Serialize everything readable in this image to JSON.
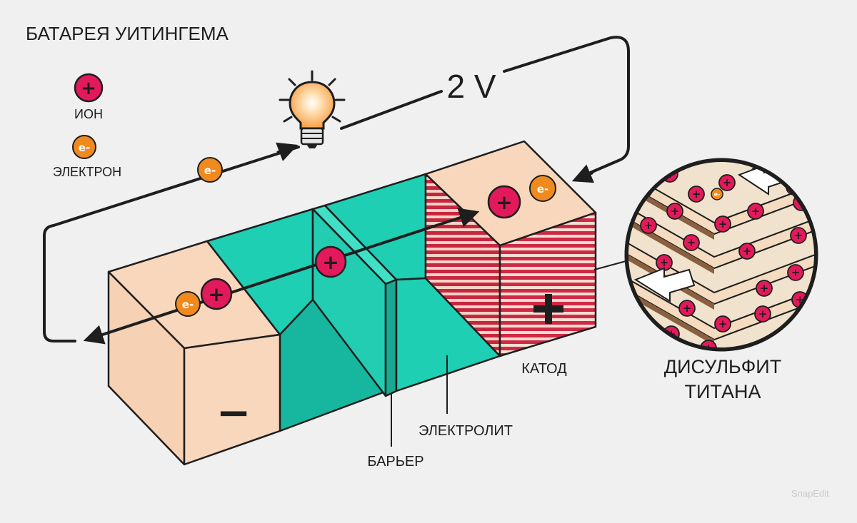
{
  "title": "БАТАРЕЯ УИТИНГЕМА",
  "legend": {
    "ion_label": "ИОН",
    "ion_symbol": "+",
    "electron_label": "ЭЛЕКТРОН",
    "electron_symbol": "e-"
  },
  "voltage": "2 V",
  "labels": {
    "cathode": "КАТОД",
    "electrolyte": "ЭЛЕКТРОЛИТ",
    "barrier": "БАРЬЕР",
    "zoom_line1": "ДИСУЛЬФИТ",
    "zoom_line2": "ТИТАНА"
  },
  "symbols": {
    "anode_sign": "−",
    "cathode_sign": "+",
    "electron": "e-",
    "ion": "+"
  },
  "watermark": "SnapEdit",
  "colors": {
    "background": "#f0f0f0",
    "anode": "#f8d7bc",
    "electrolyte": "#1ecfb4",
    "cathode_red": "#c8253f",
    "ion": "#e2195b",
    "electron": "#f08a1e",
    "wire": "#1e1e1e"
  }
}
